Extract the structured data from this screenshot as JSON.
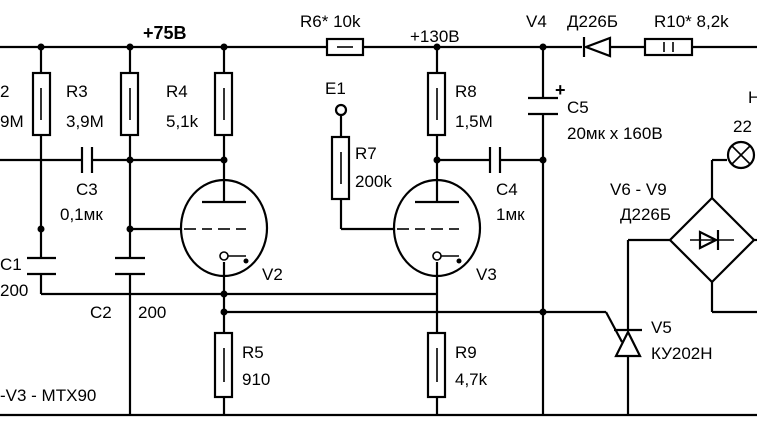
{
  "labels": {
    "r2_ref": "2",
    "r2_val": "9M",
    "r3_ref": "R3",
    "r3_val": "3,9M",
    "r4_ref": "R4",
    "r4_val": "5,1k",
    "rail1": "+75В",
    "r6": "R6* 10k",
    "rail2": "+130В",
    "v4": "V4",
    "d226": "Д226Б",
    "r10": "R10* 8,2k",
    "e1": "E1",
    "r8_ref": "R8",
    "r8_val": "1,5M",
    "c5_ref": "C5",
    "c5_val": "20мк х 160В",
    "h_ref": "H",
    "h_val": "22",
    "c3_ref": "C3",
    "c3_val": "0,1мк",
    "r7_ref": "R7",
    "r7_val": "200k",
    "c4_ref": "C4",
    "c4_val": "1мк",
    "v6v9": "V6 - V9",
    "v6v9_type": "Д226Б",
    "c1_ref": "C1",
    "c1_val": "200",
    "v2": "V2",
    "v3": "V3",
    "c2_ref": "C2",
    "c2_val": "200",
    "r5_ref": "R5",
    "r5_val": "910",
    "r9_ref": "R9",
    "r9_val": "4,7k",
    "v5_ref": "V5",
    "v5_val": "КУ202Н",
    "tubes": "-V3  - МТХ90",
    "plus": "+"
  }
}
